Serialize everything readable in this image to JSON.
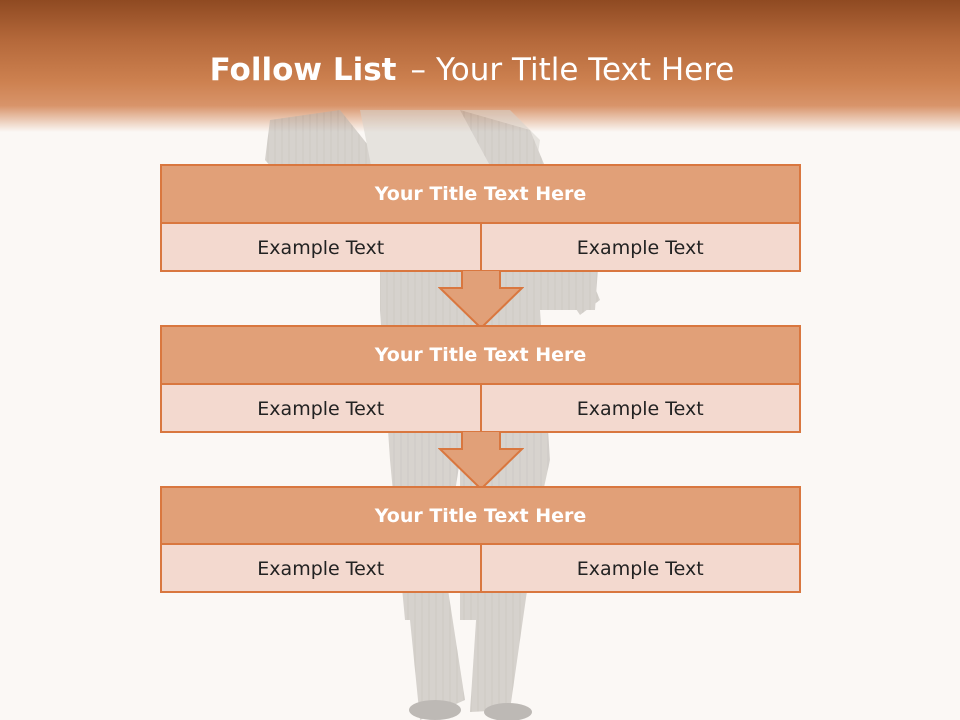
{
  "title": {
    "main": "Follow List",
    "separator": "–",
    "sub": "Your Title Text Here"
  },
  "steps": [
    {
      "heading": "Your Title Text Here",
      "left": "Example Text",
      "right": "Example Text"
    },
    {
      "heading": "Your Title Text Here",
      "left": "Example Text",
      "right": "Example Text"
    },
    {
      "heading": "Your Title Text Here",
      "left": "Example Text",
      "right": "Example Text"
    }
  ],
  "colors": {
    "header_band": "#b4683a",
    "box_border": "#d9773f",
    "box_header_fill": "#e1a078",
    "box_body_fill": "#f3d9cf",
    "arrow_fill": "#e1a078",
    "background": "#fbf8f5"
  },
  "background_image": "faded businessman in pinstripe suit"
}
